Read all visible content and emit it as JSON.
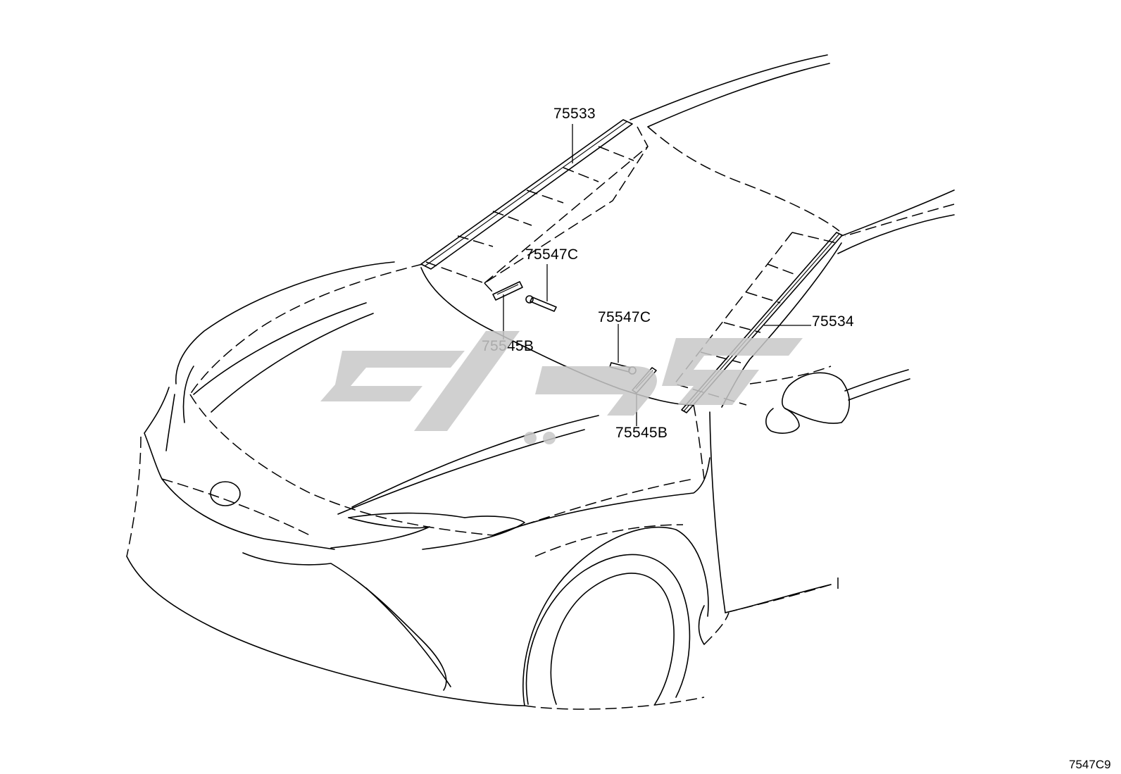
{
  "diagram": {
    "figure_id": "7547C9",
    "callouts": [
      {
        "id": "c1",
        "label": "75533"
      },
      {
        "id": "c2",
        "label": "75547C"
      },
      {
        "id": "c3",
        "label": "75545B"
      },
      {
        "id": "c4",
        "label": "75547C"
      },
      {
        "id": "c5",
        "label": "75534"
      },
      {
        "id": "c6",
        "label": "75545B"
      }
    ]
  }
}
